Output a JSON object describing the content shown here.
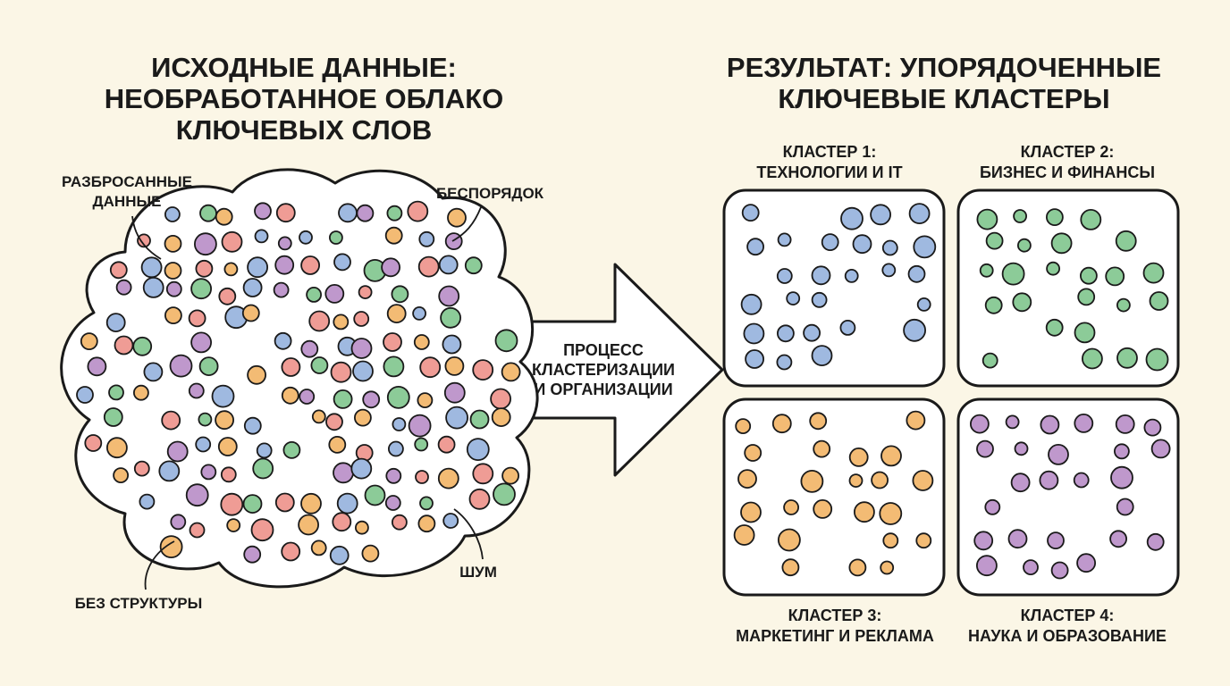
{
  "left_title": [
    "ИСХОДНЫЕ ДАННЫЕ:",
    "НЕОБРАБОТАННОЕ ОБЛАКО",
    "КЛЮЧЕВЫХ СЛОВ"
  ],
  "right_title": [
    "РЕЗУЛЬТАТ: УПОРЯДОЧЕННЫЕ",
    "КЛЮЧЕВЫЕ КЛАСТЕРЫ"
  ],
  "annotations": {
    "scattered": [
      "РАЗБРОСАННЫЕ",
      "ДАННЫЕ"
    ],
    "disorder": "БЕСПОРЯДОК",
    "no_structure": "БЕЗ СТРУКТУРЫ",
    "noise": "ШУМ"
  },
  "arrow_label": [
    "ПРОЦЕСС",
    "КЛАСТЕРИЗАЦИИ",
    "И ОРГАНИЗАЦИИ"
  ],
  "clusters": [
    {
      "title": [
        "КЛАСТЕР 1:",
        "ТЕХНОЛОГИИ И IT"
      ],
      "color": "blue"
    },
    {
      "title": [
        "КЛАСТЕР 2:",
        "БИЗНЕС И ФИНАНСЫ"
      ],
      "color": "green"
    },
    {
      "title": [
        "КЛАСТЕР 3:",
        "МАРКЕТИНГ И РЕКЛАМА"
      ],
      "color": "orange"
    },
    {
      "title": [
        "КЛАСТЕР 4:",
        "НАУКА И ОБРАЗОВАНИЕ"
      ],
      "color": "purple"
    }
  ],
  "colors": {
    "background": "#fbf6e6",
    "outline": "#1a1a1a",
    "blue": "#9fb9e0",
    "green": "#8ccb98",
    "orange": "#f3bb74",
    "purple": "#bf98cc",
    "red": "#ef9c95"
  }
}
